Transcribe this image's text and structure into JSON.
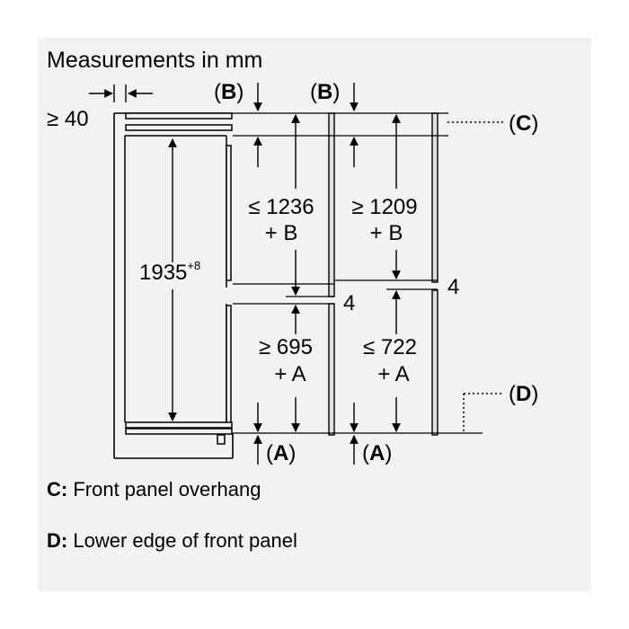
{
  "title": "Measurements in mm",
  "dims": {
    "left_gap": "≥ 40",
    "height_main": "1935",
    "height_main_sup": "+8",
    "upper_left_1": "≤ 1236",
    "upper_left_2": "+ B",
    "upper_right_1": "≥ 1209",
    "upper_right_2": "+ B",
    "lower_left_1": "≥ 695",
    "lower_left_2": "+ A",
    "lower_right_1": "≤ 722",
    "lower_right_2": "+ A",
    "gap_left": "4",
    "gap_right": "4"
  },
  "markers": {
    "b_left": "B",
    "b_right": "B",
    "a_left": "A",
    "a_right": "A",
    "c": "C",
    "d": "D"
  },
  "legend": {
    "c_key": "C:",
    "c_text": "Front panel overhang",
    "d_key": "D:",
    "d_text": "Lower edge of front panel"
  }
}
